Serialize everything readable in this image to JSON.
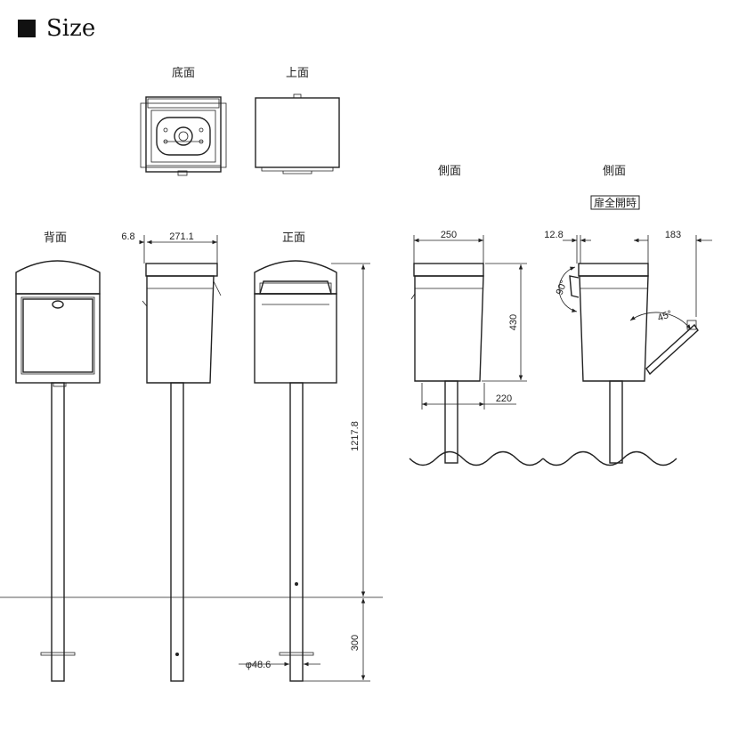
{
  "title": "Size",
  "views": {
    "bottom": "底面",
    "top": "上面",
    "side1": "側面",
    "side2": "側面",
    "door_open": "扉全開時",
    "back": "背面",
    "front": "正面"
  },
  "dimensions": {
    "d_6_8": "6.8",
    "d_271_1": "271.1",
    "d_250": "250",
    "d_12_8": "12.8",
    "d_183": "183",
    "d_430": "430",
    "d_220": "220",
    "d_90": "90°",
    "d_45": "45°",
    "d_1217_8": "1217.8",
    "d_300": "300",
    "d_48_6": "φ48.6"
  }
}
